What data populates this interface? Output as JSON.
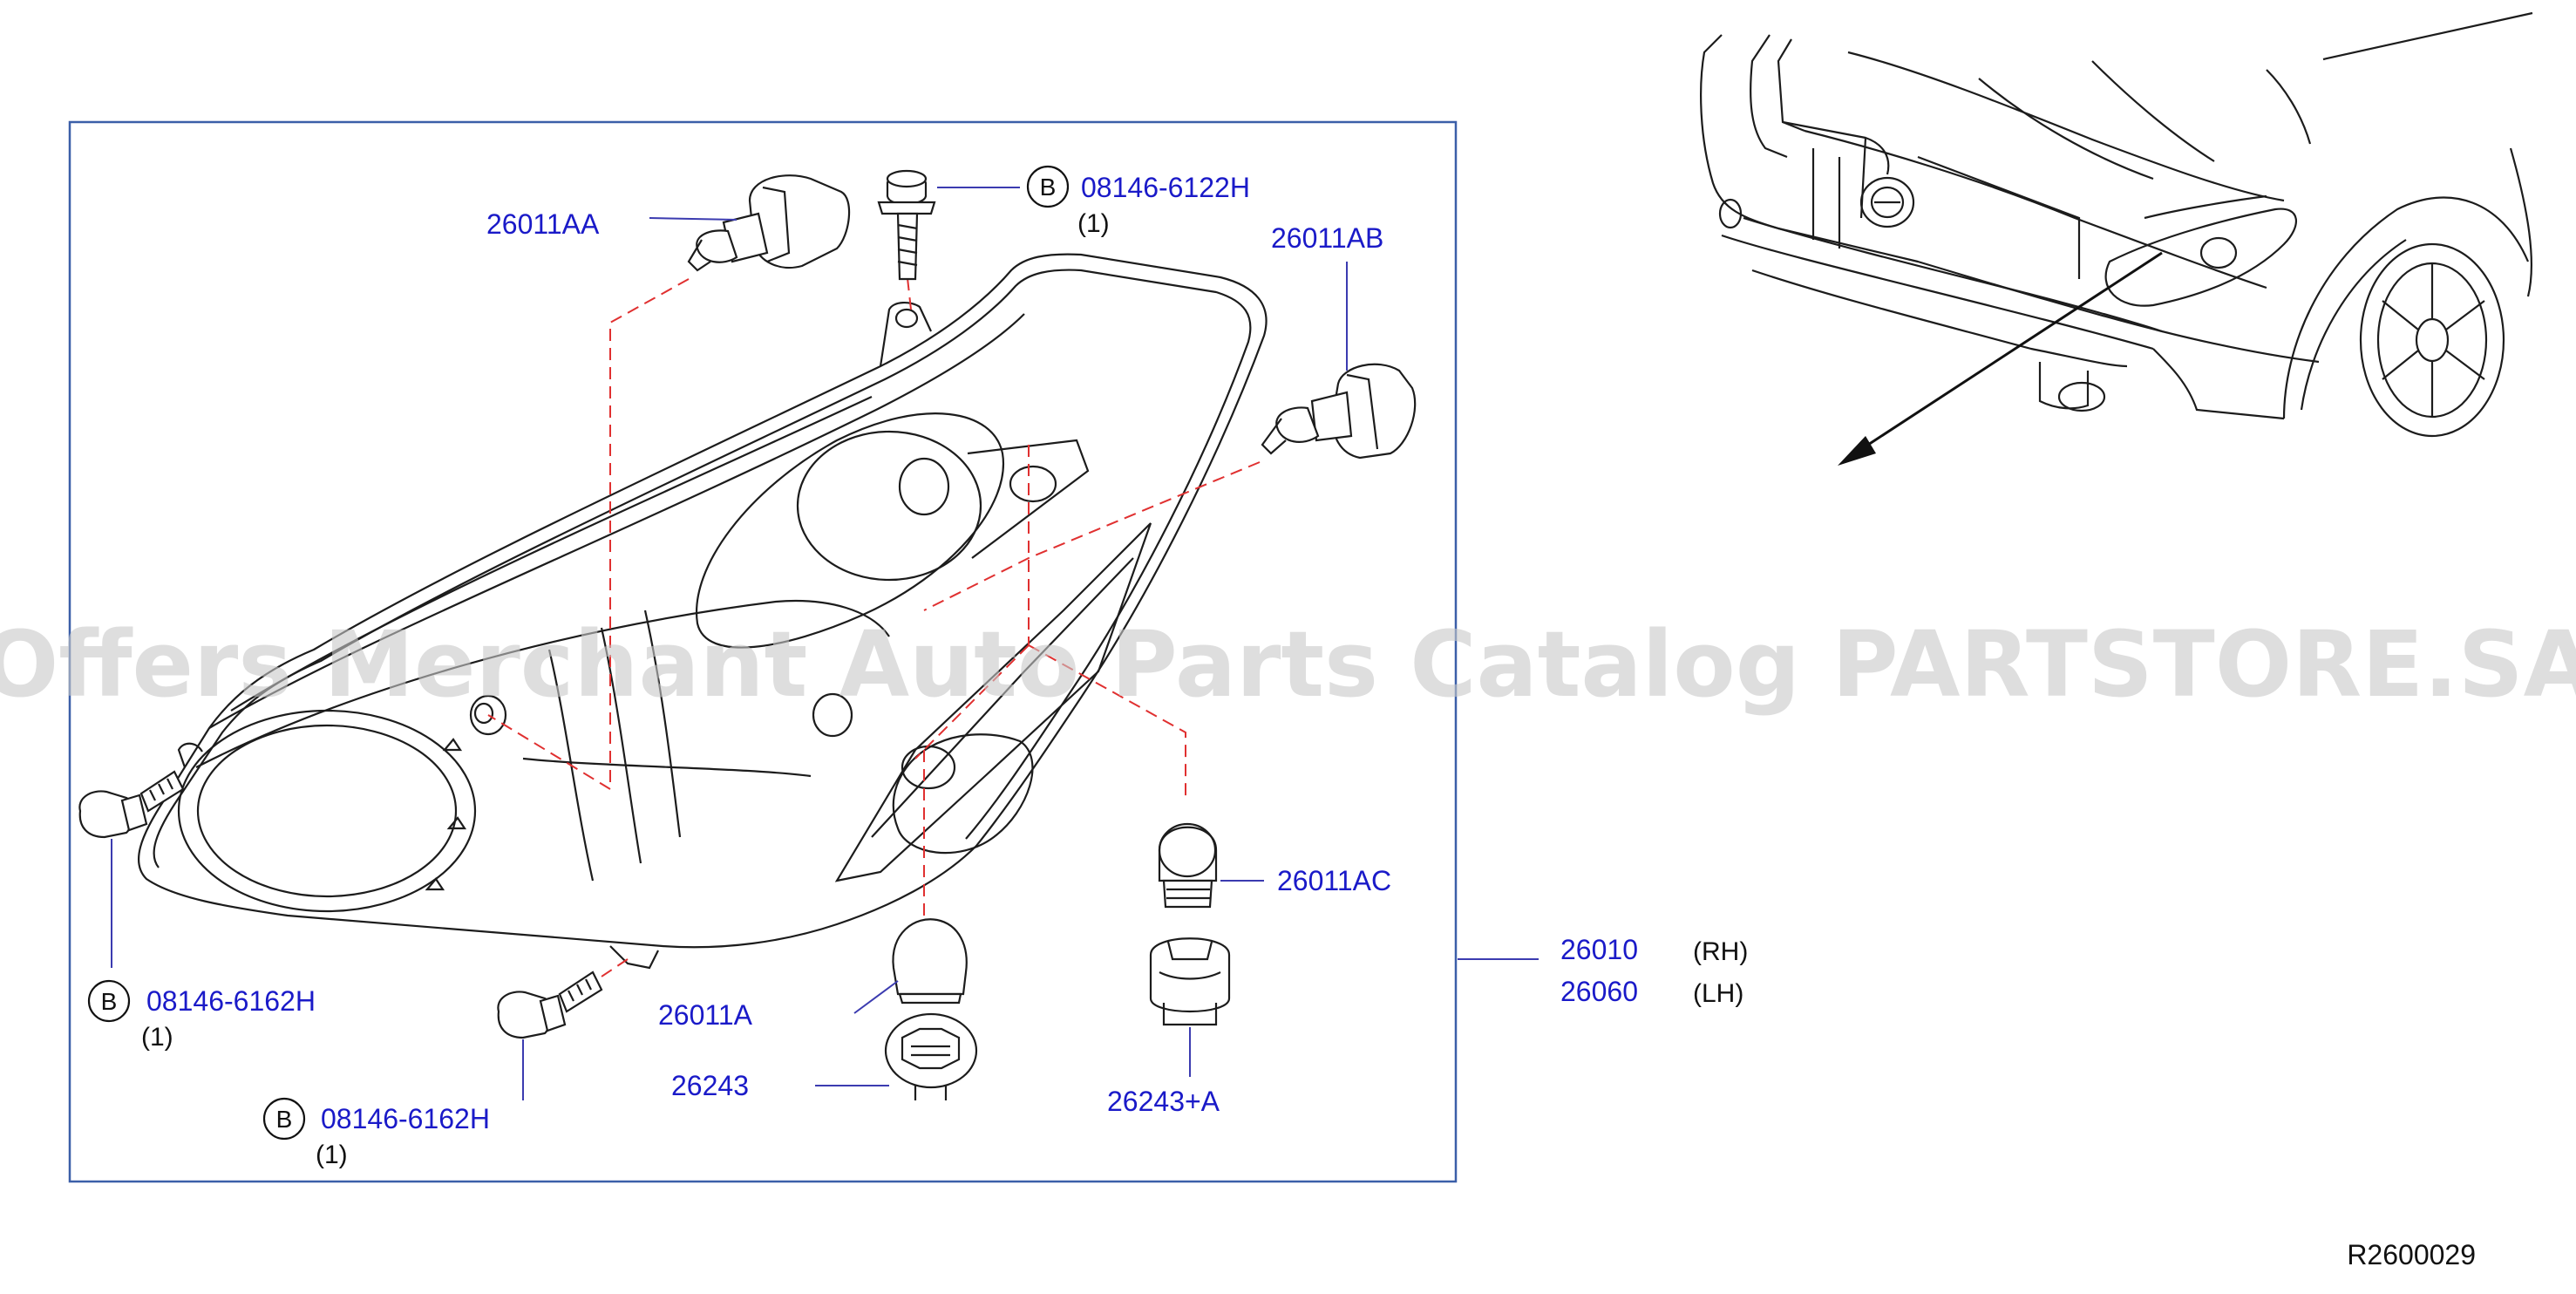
{
  "diagram": {
    "watermark": "Offers Merchant Auto Parts Catalog PARTSTORE.SA",
    "reference_code": "R2600029",
    "bolt_marker_letter": "B",
    "parts": {
      "bulb_high": "26011AA",
      "bulb_low": "26011AB",
      "bulb_turn": "26011AC",
      "bulb_side": "26011A",
      "socket_side": "26243",
      "socket_turn": "26243+A",
      "assembly_rh": "26010",
      "assembly_lh": "26060",
      "assembly_rh_side": "(RH)",
      "assembly_lh_side": "(LH)",
      "bolt_top": "08146-6122H",
      "bolt_top_qty": "(1)",
      "bolt_left": "08146-6162H",
      "bolt_left_qty": "(1)",
      "bolt_bottom": "08146-6162H",
      "bolt_bottom_qty": "(1)"
    },
    "colors": {
      "part_number_text": "#1a1ac8",
      "frame_border": "#3b5fa8",
      "dashed_guides": "#e03030",
      "line_art": "#1c1c1c"
    }
  }
}
